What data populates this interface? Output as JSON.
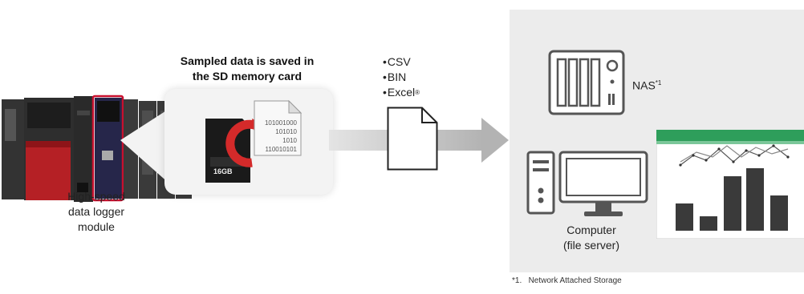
{
  "caption": {
    "line1": "Sampled data is saved in",
    "line2": "the SD memory card"
  },
  "module": {
    "line1": "High-speed",
    "line2": "data logger",
    "line3": "module"
  },
  "sd_card": {
    "capacity": "16GB"
  },
  "binary": [
    "101001000",
    "101010",
    "1010",
    "110010101"
  ],
  "formats": [
    "CSV",
    "BIN",
    "Excel"
  ],
  "formats_excel_mark": "®",
  "nas": {
    "label": "NAS",
    "mark": "*1"
  },
  "computer": {
    "line1": "Computer",
    "line2": "(file server)"
  },
  "footnote": "*1.   Network Attached Storage",
  "colors": {
    "arrow": "#b8b8b8",
    "panel": "#ececec",
    "chart": "#3a3a3a",
    "header": "#2e9e5b",
    "plc_red": "#b52025"
  }
}
